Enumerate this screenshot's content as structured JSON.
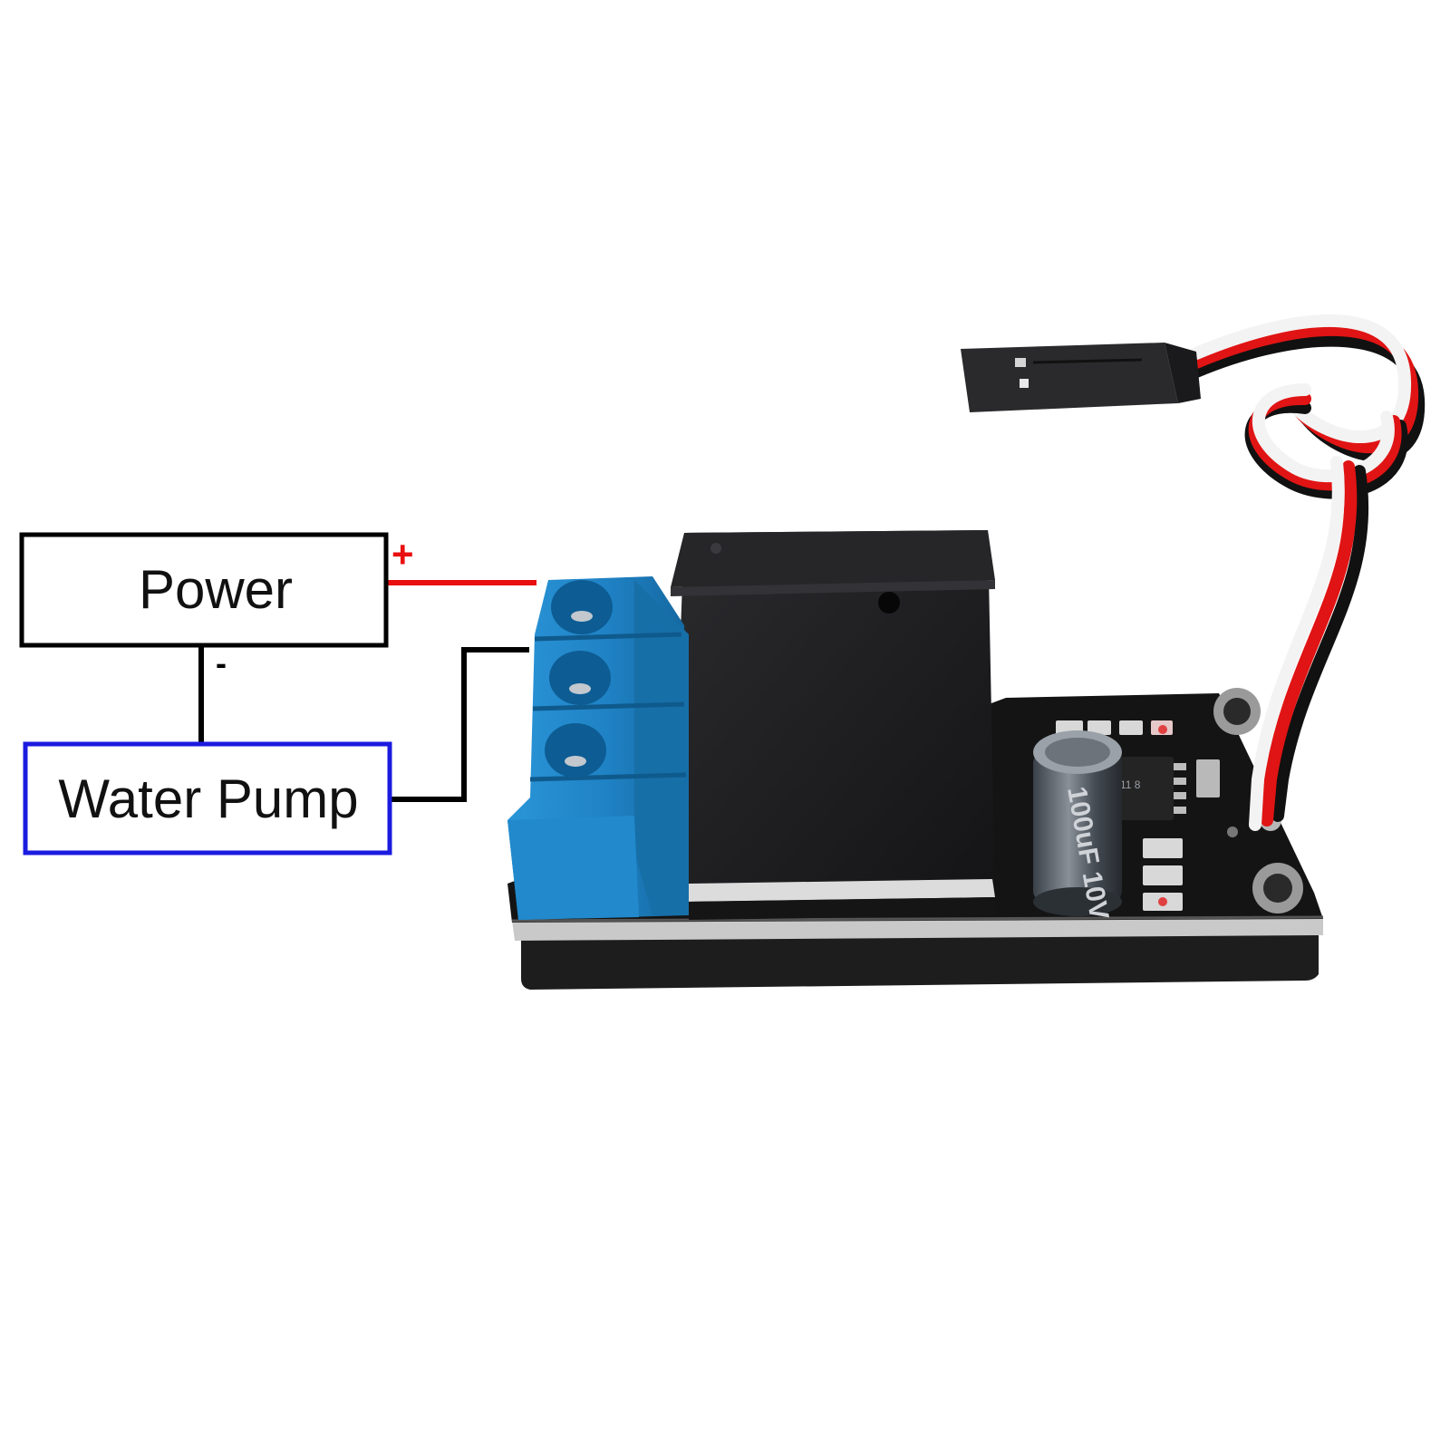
{
  "diagram": {
    "power_label": "Power",
    "pump_label": "Water Pump",
    "plus_sign": "+",
    "minus_sign": "-",
    "capacitor_marking": "100uF 10V"
  },
  "colors": {
    "wire_positive": "#e81010",
    "wire_black": "#000000",
    "power_box_border": "#000000",
    "pump_box_border": "#1b1be0",
    "terminal_block": "#1f86c8",
    "relay_body": "#1c1c1e",
    "pcb": "#141414"
  },
  "icons": {
    "relay_module": "relay-module-icon",
    "terminal_block": "screw-terminal-icon",
    "capacitor": "capacitor-icon",
    "cable": "servo-cable-icon",
    "connector": "dupont-connector-icon"
  }
}
